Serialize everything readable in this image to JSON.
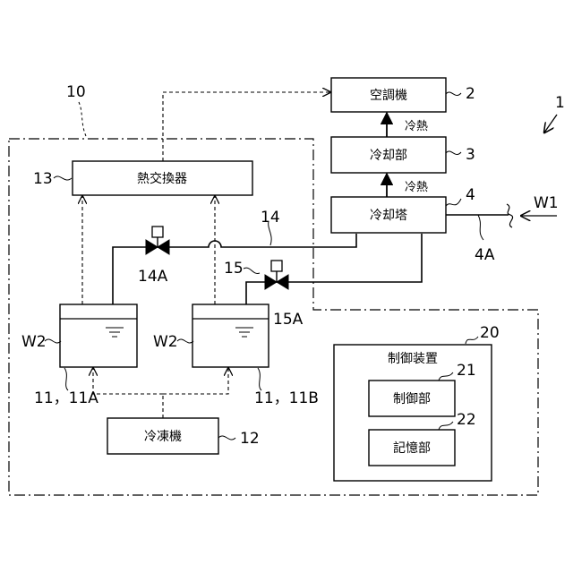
{
  "figure": {
    "system_ref": "1",
    "region_ref": "10",
    "labels": {
      "air_conditioner": "空調機",
      "cooling_unit": "冷却部",
      "cooling_tower": "冷却塔",
      "heat_exchanger": "熱交換器",
      "refrigerator": "冷凍機",
      "controller": "制御装置",
      "control_unit": "制御部",
      "storage_unit": "記憶部",
      "cold_heat_1": "冷熱",
      "cold_heat_2": "冷熱"
    },
    "refs": {
      "air_conditioner": "2",
      "cooling_unit": "3",
      "cooling_tower": "4",
      "cooling_tower_inlet": "4A",
      "water_input": "W1",
      "heat_exchanger": "13",
      "pipe_14": "14",
      "valve_14a": "14A",
      "pipe_15": "15",
      "valve_15a": "15A",
      "tank_left_water": "W2",
      "tank_right_water": "W2",
      "tank_left": "11，11A",
      "tank_right": "11，11B",
      "refrigerator": "12",
      "controller": "20",
      "control_unit": "21",
      "storage_unit": "22"
    }
  }
}
